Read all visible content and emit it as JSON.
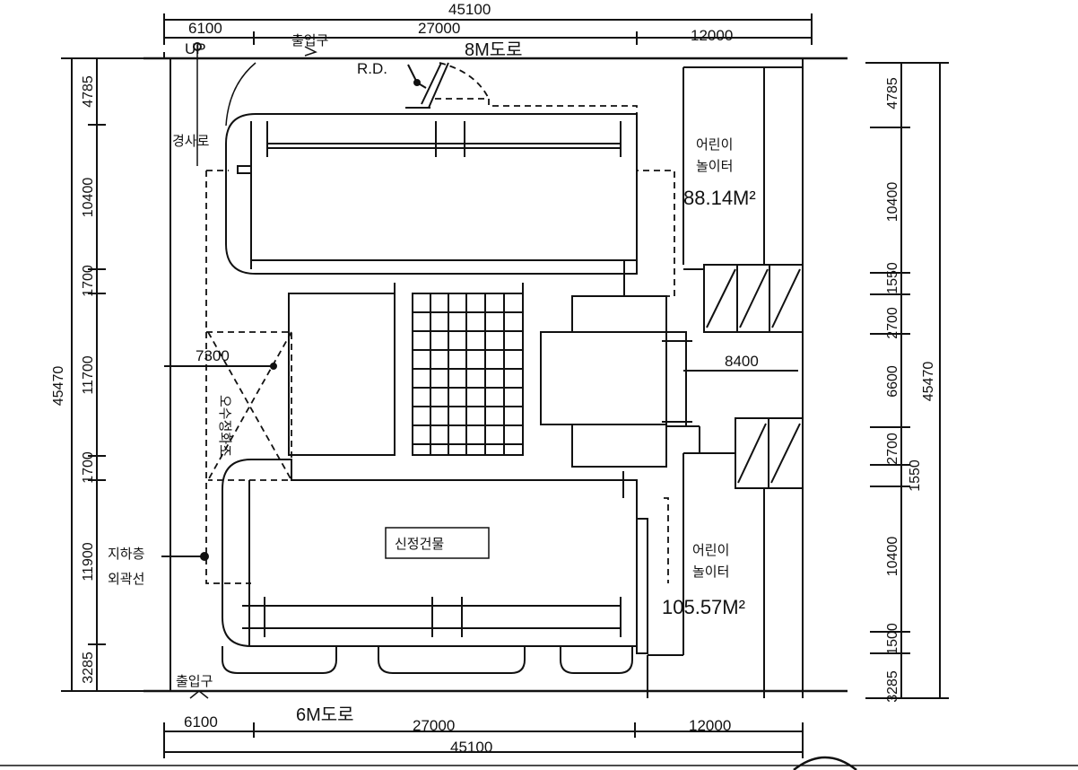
{
  "dimensions": {
    "top_total": "45100",
    "top_left": "6100",
    "top_middle": "27000",
    "top_right": "12000",
    "bottom_total": "45100",
    "bottom_left": "6100",
    "bottom_middle": "27000",
    "bottom_right": "12000",
    "left_total": "45470",
    "left_segments": [
      "4785",
      "10400",
      "1700",
      "11700",
      "1700",
      "11900",
      "3285"
    ],
    "right_total": "45470",
    "right_segments": [
      "4785",
      "10400",
      "1550",
      "2700",
      "6600",
      "2700",
      "1550",
      "10400",
      "1500",
      "3285"
    ],
    "inner_left_width": "7300",
    "inner_right_width": "8400"
  },
  "roads": {
    "top": "8M도로",
    "bottom": "6M도로"
  },
  "labels": {
    "up": "UP",
    "entrance_top": "출입구",
    "entrance_bottom": "출입구",
    "rd": "R.D.",
    "slope": "경사로",
    "septic": "오수정화조",
    "basement_line_1": "지하층",
    "basement_line_2": "외곽선",
    "new_building": "신정건물",
    "playground_top_1": "어린이",
    "playground_top_2": "놀이터",
    "playground_top_area": "88.14M²",
    "playground_bottom_1": "어린이",
    "playground_bottom_2": "놀이터",
    "playground_bottom_area": "105.57M²"
  }
}
